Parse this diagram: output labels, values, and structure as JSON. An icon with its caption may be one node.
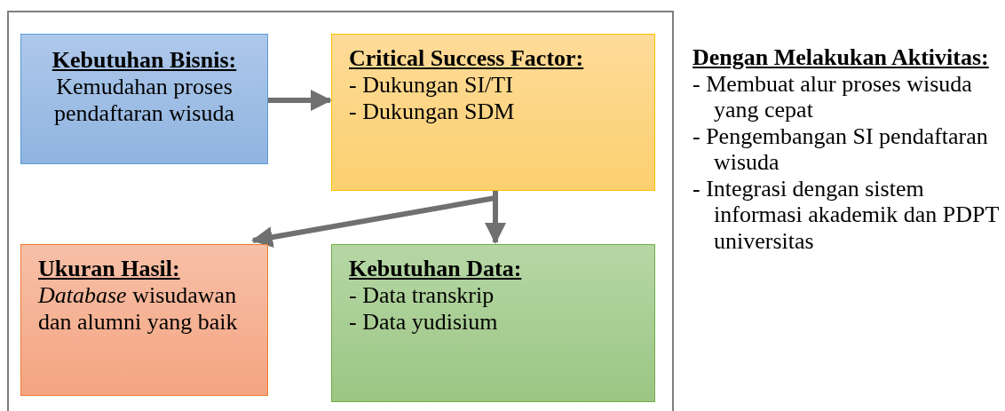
{
  "diagram": {
    "nodes": [
      {
        "text": [],
        "shape": "box"
      },
      {
        "text": [
          "Kebutuhan Bisnis:",
          "Kemudahan proses pendaftaran wisuda"
        ],
        "in": 0
      },
      {
        "text": [
          "Critical Success Factor:",
          "- Dukungan SI/TI",
          "- Dukungan SDM"
        ],
        "in": 0
      },
      {
        "text": [
          "Ukuran Hasil:",
          "*Database* wisudawan dan alumni yang baik"
        ],
        "in": 0
      },
      {
        "text": [
          "Kebutuhan Data:",
          "- Data transkrip",
          "- Data yudisium"
        ],
        "in": 0
      }
    ],
    "edges": [
      {
        "from": 1,
        "to": 2,
        "arrow": "to"
      },
      {
        "from": 2,
        "to": 3,
        "arrow": "to"
      },
      {
        "from": 2,
        "to": 4,
        "arrow": "to"
      }
    ],
    "labels": [
      "Dengan Melakukan Aktivitas:",
      "- Membuat alur proses wisuda yang cepat",
      "- Pengembangan SI pendaftaran wisuda",
      "- Integrasi dengan sistem informasi akademik dan PDPT universitas"
    ]
  }
}
